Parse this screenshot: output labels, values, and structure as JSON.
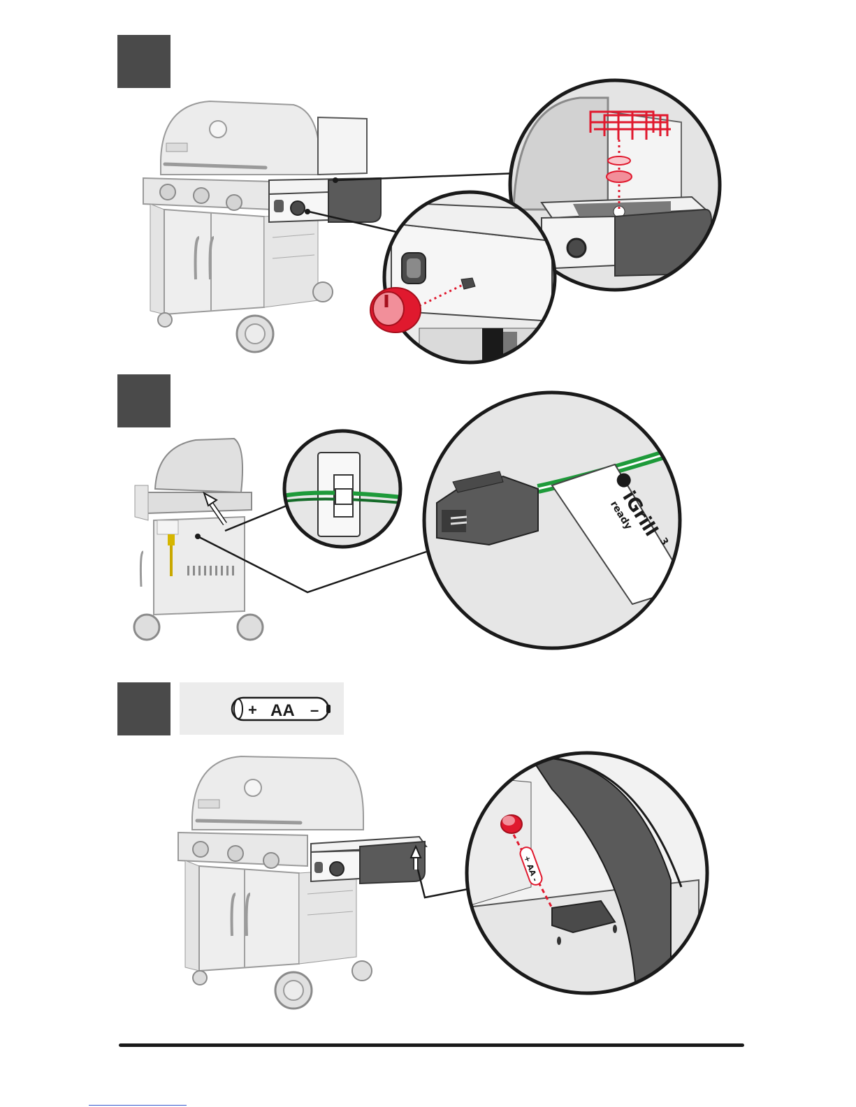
{
  "battery": {
    "plus": "+",
    "type": "AA",
    "minus": "–"
  },
  "tag": {
    "brand": "iGrill",
    "model": "3",
    "sub": "ready"
  },
  "inset_battery": {
    "label": "+ AA -"
  },
  "colors": {
    "step_box": "#4a4a4a",
    "accent_red": "#e0192e",
    "wire_green": "#1e9a3a",
    "grill_light": "#e6e6e6",
    "grill_dark": "#5a5a5a"
  }
}
